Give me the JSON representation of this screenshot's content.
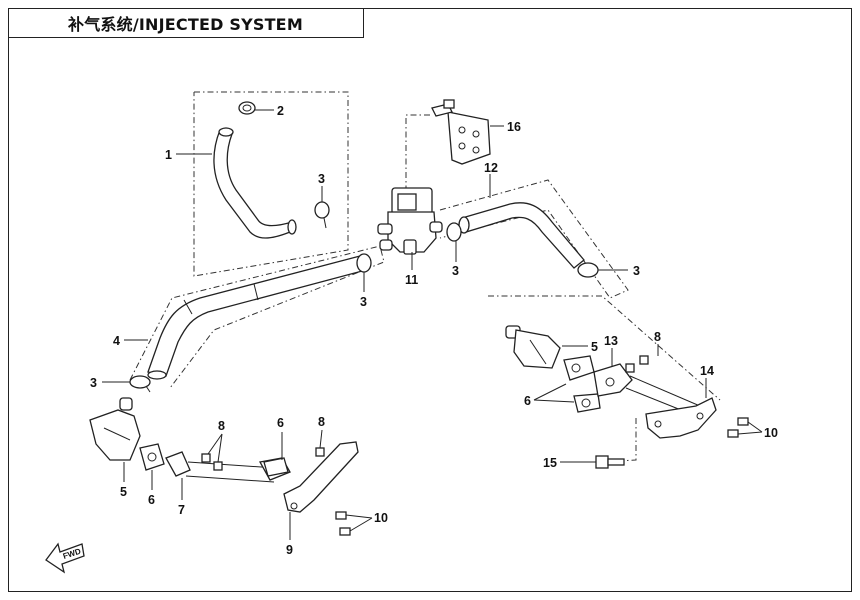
{
  "title": "补气系统/INJECTED SYSTEM",
  "callouts": {
    "c1": "1",
    "c2": "2",
    "c3a": "3",
    "c3b": "3",
    "c3c": "3",
    "c3d": "3",
    "c3e": "3",
    "c4": "4",
    "c5a": "5",
    "c5b": "5",
    "c6a": "6",
    "c6b": "6",
    "c6c": "6",
    "c7": "7",
    "c8a": "8",
    "c8b": "8",
    "c8c": "8",
    "c9": "9",
    "c10a": "10",
    "c10b": "10",
    "c11": "11",
    "c12": "12",
    "c13": "13",
    "c14": "14",
    "c15": "15",
    "c16": "16"
  },
  "fwd_mark": "FWD"
}
